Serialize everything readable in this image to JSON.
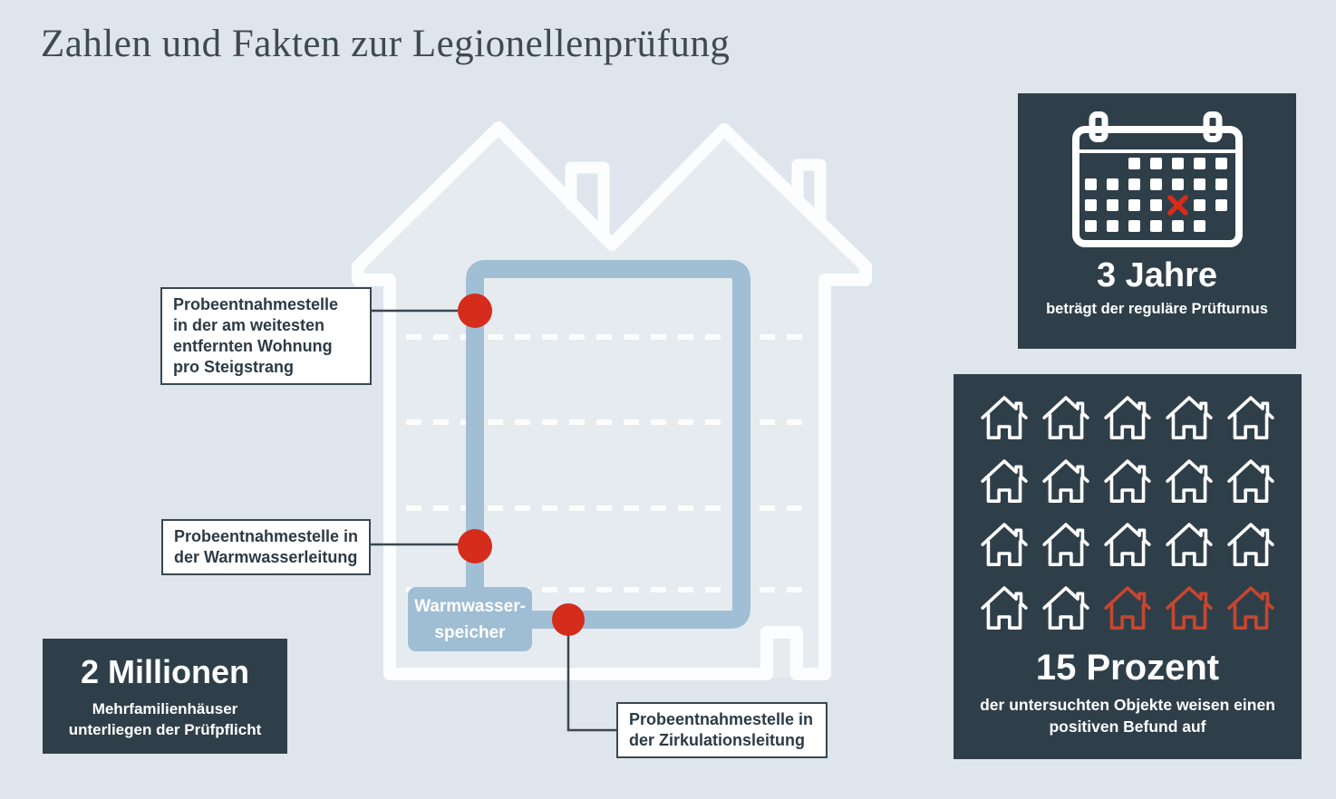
{
  "title": "Zahlen und Fakten zur Legionellenprüfung",
  "colors": {
    "background": "#dfe5ec",
    "panel_dark": "#2f3f4a",
    "accent_red": "#d62c1c",
    "house_positive_red": "#c8462f",
    "house_negative_white": "#ffffff",
    "pipe_blue": "#a1bfd4",
    "outline_white": "#fcfdfe",
    "ink": "#2d3b45"
  },
  "diagram": {
    "tank": {
      "lines": [
        "Warmwasser-",
        "speicher"
      ]
    },
    "callouts": [
      {
        "lines": [
          "Probeentnahmestelle",
          "in der am weitesten",
          "entfernten Wohnung",
          "pro Steigstrang"
        ]
      },
      {
        "lines": [
          "Probeentnahmestelle in",
          "der Warmwasserleitung"
        ]
      },
      {
        "lines": [
          "Probeentnahmestelle in",
          "der Zirkulationsleitung"
        ]
      }
    ]
  },
  "stats": {
    "obligation": {
      "value": "2 Millionen",
      "caption_lines": [
        "Mehrfamilienhäuser",
        "unterliegen der Prüfpflicht"
      ]
    },
    "interval": {
      "value": "3 Jahre",
      "caption_lines": [
        "beträgt der reguläre Prüfturnus"
      ]
    },
    "positive": {
      "value": "15 Prozent",
      "caption_lines": [
        "der untersuchten Objekte weisen einen",
        "positiven Befund auf"
      ]
    }
  },
  "calendar": {
    "pattern": [
      [
        0,
        0,
        1,
        1,
        1,
        1,
        1
      ],
      [
        1,
        1,
        1,
        1,
        1,
        1,
        1
      ],
      [
        1,
        1,
        1,
        1,
        2,
        1,
        1
      ],
      [
        1,
        1,
        1,
        1,
        1,
        1,
        0
      ]
    ]
  },
  "houses": {
    "rows": 4,
    "cols": 5,
    "total": 20,
    "positive_count": 3
  }
}
